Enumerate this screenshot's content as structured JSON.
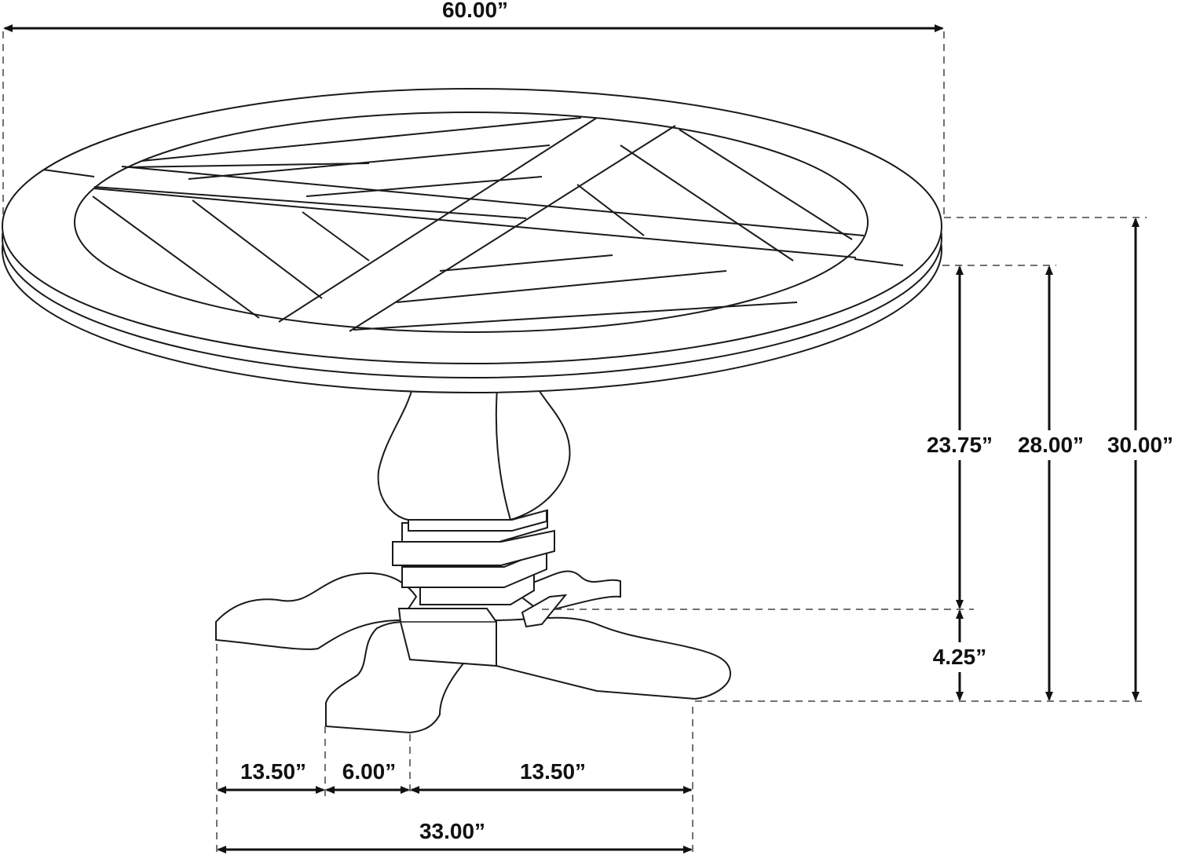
{
  "dimensions": {
    "top_width": "60.00”",
    "apron_height": "23.75”",
    "seat_height": "28.00”",
    "total_height": "30.00”",
    "base_height": "4.25”",
    "foot_left": "13.50”",
    "column_width": "6.00”",
    "foot_right": "13.50”",
    "base_width": "33.00”"
  },
  "colors": {
    "line": "#1a1a1a",
    "background": "#ffffff"
  }
}
